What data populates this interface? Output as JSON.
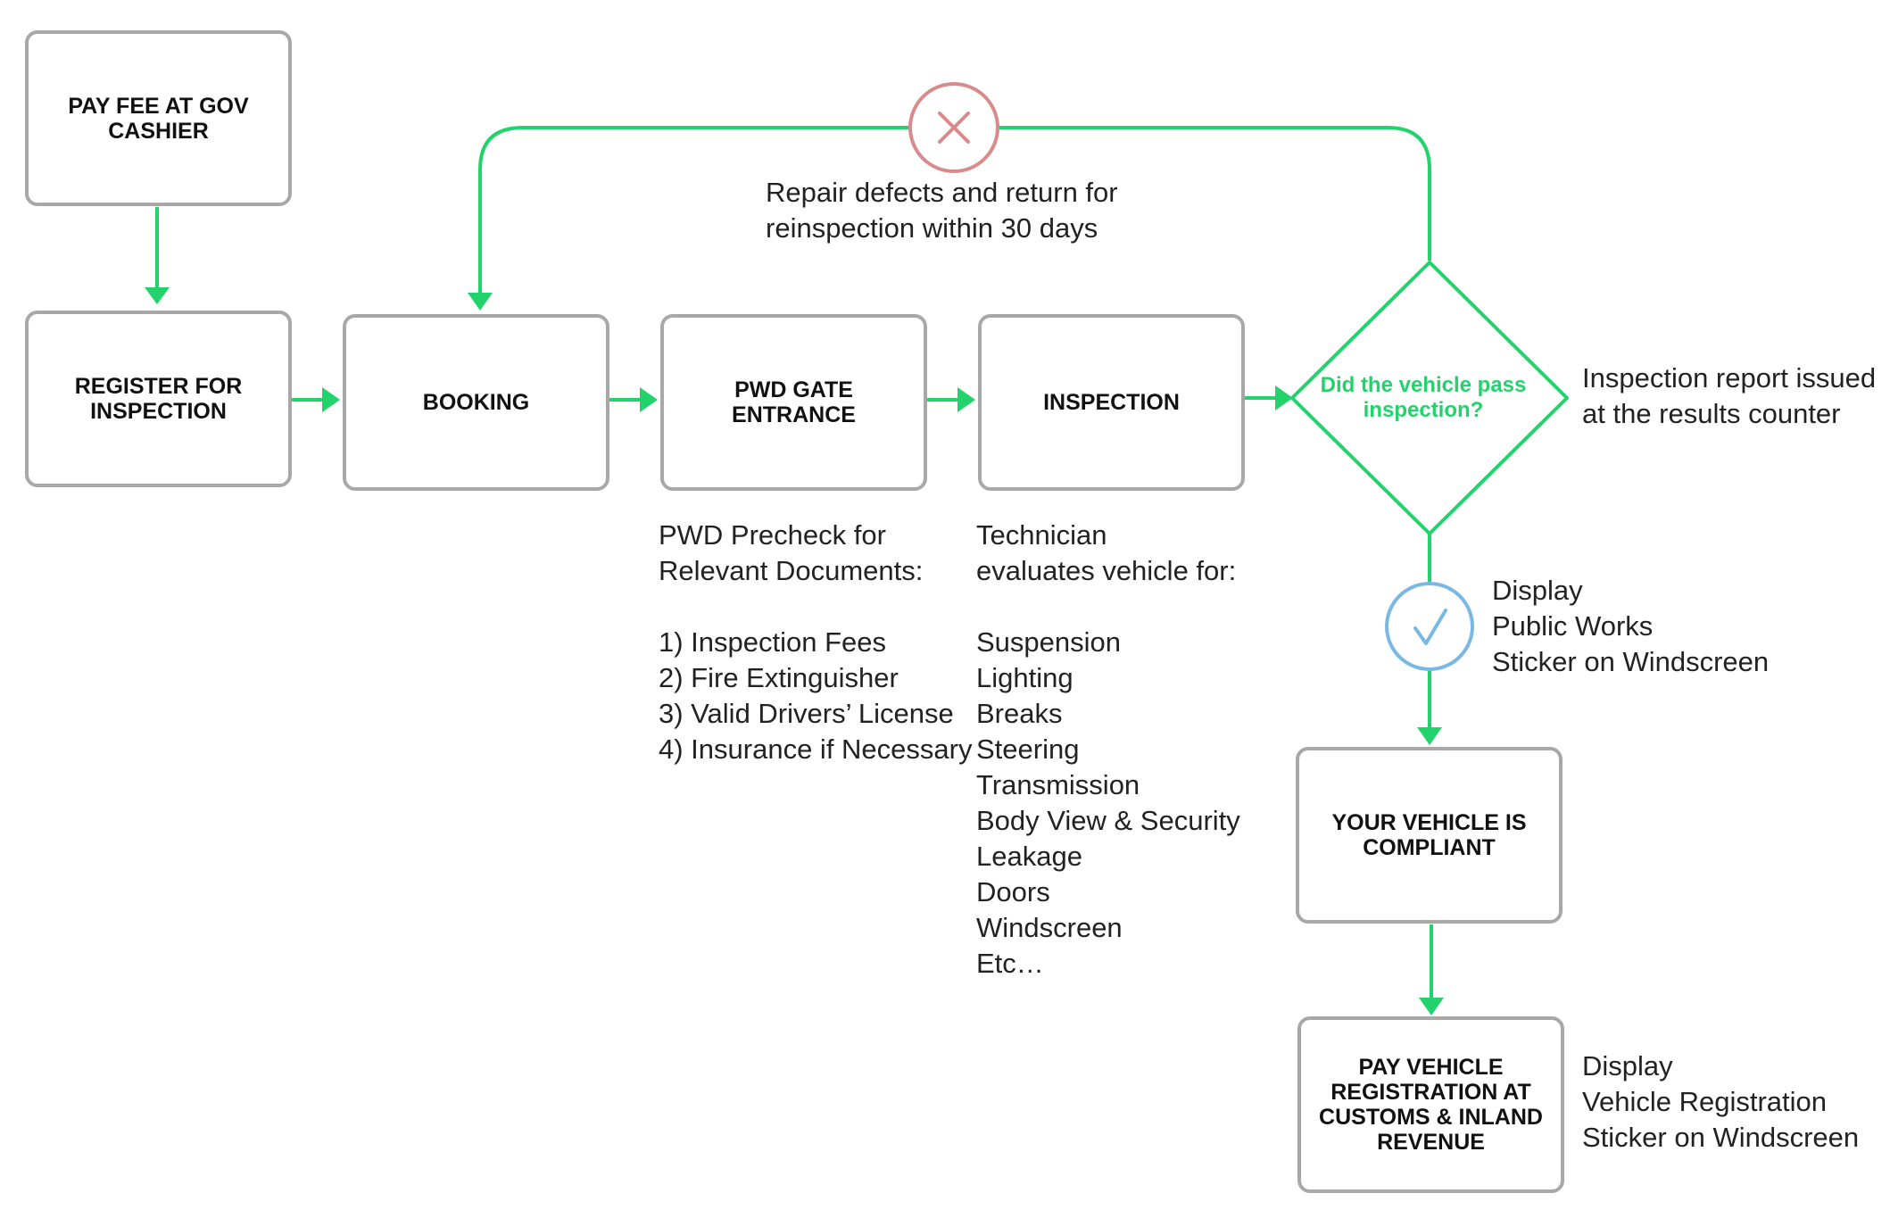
{
  "colors": {
    "flow_green": "#22d36b",
    "box_border": "#a8a8a8",
    "fail_red": "#d98a8a",
    "pass_blue": "#7ab8e4",
    "text": "#222222"
  },
  "icons": {
    "fail": "x-icon",
    "pass": "check-icon"
  },
  "boxes": {
    "pay_fee": "PAY FEE AT GOV CASHIER",
    "register": "REGISTER FOR INSPECTION",
    "booking": "BOOKING",
    "pwd_gate": "PWD GATE ENTRANCE",
    "inspection": "INSPECTION",
    "compliant": "YOUR VEHICLE IS COMPLIANT",
    "pay_registration": "PAY VEHICLE REGISTRATION AT CUSTOMS & INLAND REVENUE"
  },
  "decision": {
    "label": "Did the vehicle pass inspection?"
  },
  "notes": {
    "repair": [
      "Repair defects and return for",
      "reinspection within 30 days"
    ],
    "report": [
      "Inspection report issued",
      "at the results counter"
    ],
    "precheck": [
      "PWD Precheck for",
      "Relevant Documents:",
      "",
      "1) Inspection Fees",
      "2) Fire Extinguisher",
      "3) Valid Drivers’ License",
      "4) Insurance if Necessary"
    ],
    "technician": [
      "Technician",
      "evaluates vehicle for:",
      "",
      "Suspension",
      "Lighting",
      "Breaks",
      "Steering",
      "Transmission",
      "Body View & Security",
      "Leakage",
      "Doors",
      "Windscreen",
      "Etc…"
    ],
    "public_works": [
      "Display",
      "Public Works",
      "Sticker on Windscreen"
    ],
    "vehicle_registration": [
      "Display",
      "Vehicle Registration",
      "Sticker on Windscreen"
    ]
  }
}
